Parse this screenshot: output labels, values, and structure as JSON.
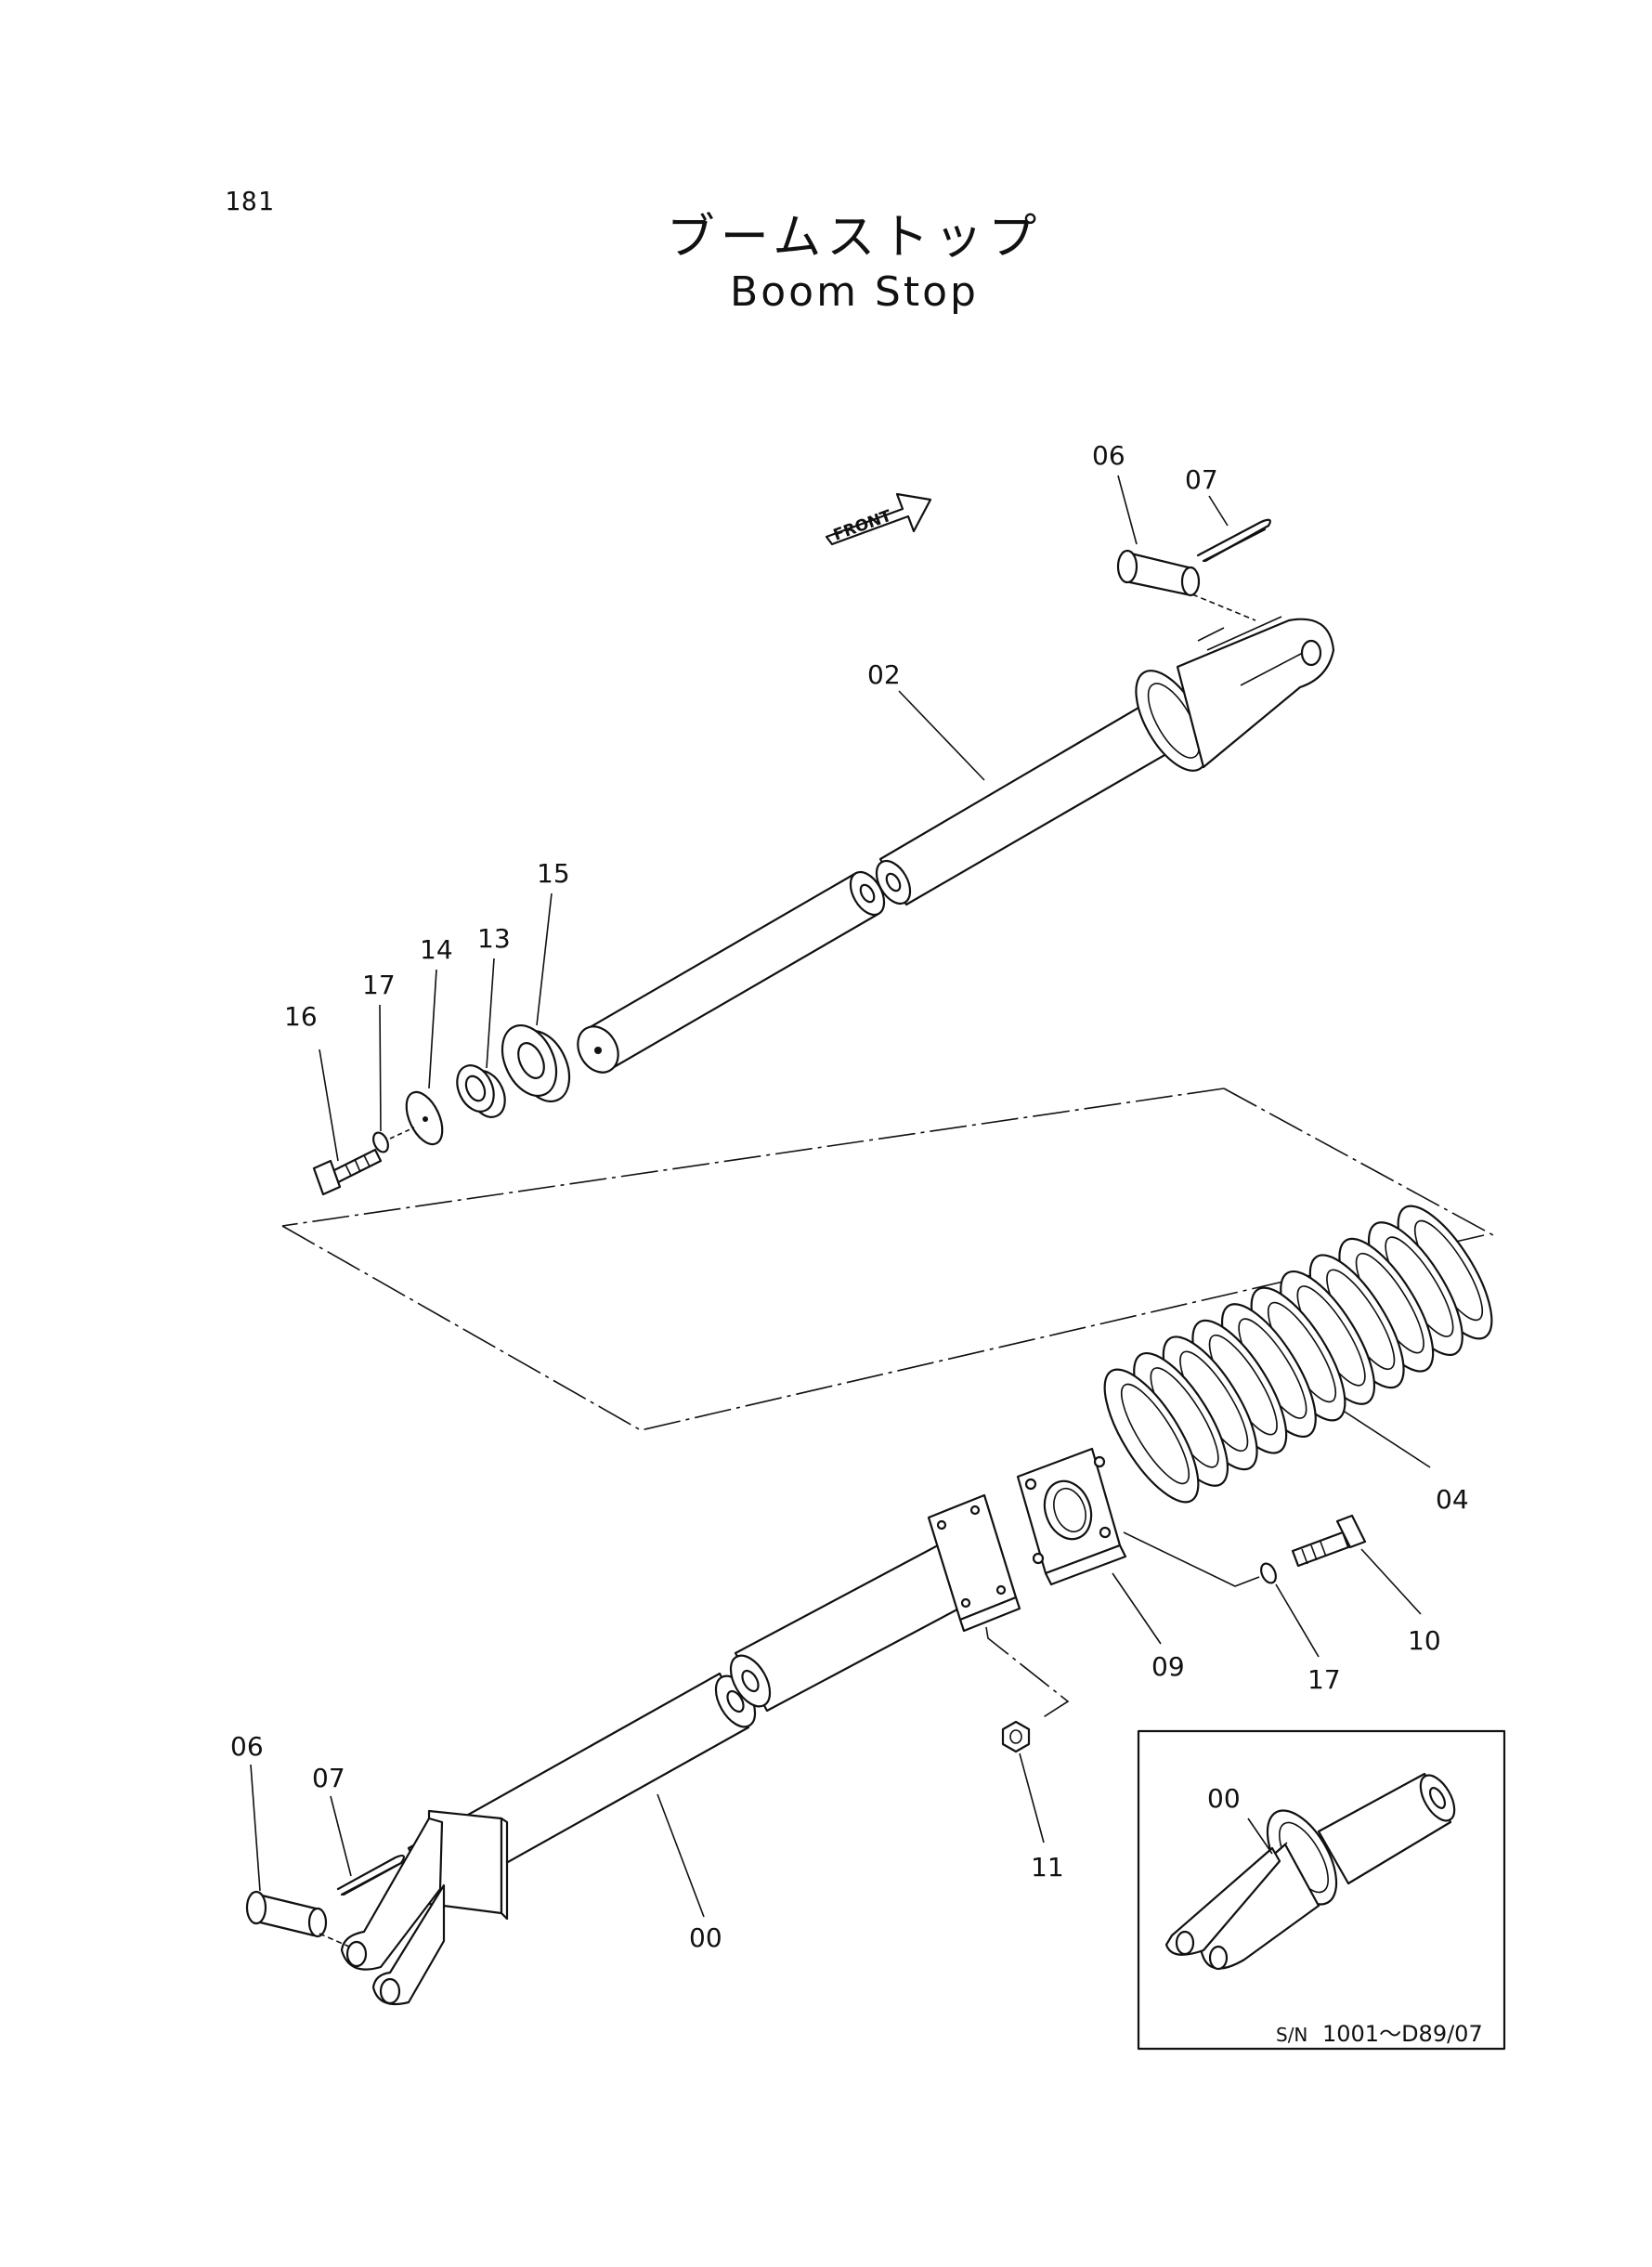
{
  "page_number": "181",
  "title_jp": "ブームストップ",
  "title_en": "Boom Stop",
  "front_label": "FRONT",
  "callouts": {
    "c06_top": "06",
    "c07_top": "07",
    "c02": "02",
    "c15": "15",
    "c13": "13",
    "c14": "14",
    "c17_top": "17",
    "c16": "16",
    "c04": "04",
    "c10": "10",
    "c09": "09",
    "c17_bottom": "17",
    "c06_bottom": "06",
    "c07_bottom": "07",
    "c11": "11",
    "c00": "00",
    "c00_inset": "00"
  },
  "inset": {
    "serial_prefix": "S/N",
    "serial_range": "1001～D89/07"
  }
}
